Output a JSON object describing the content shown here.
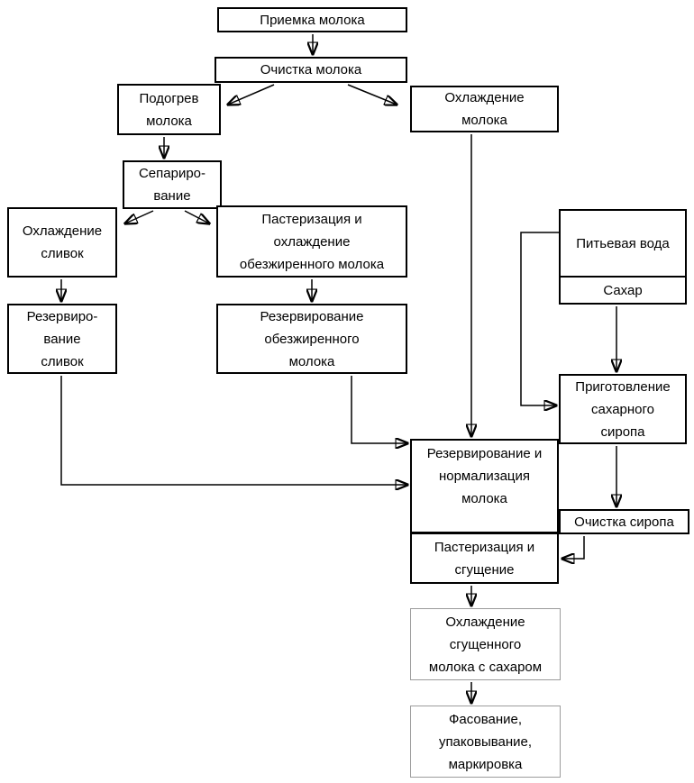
{
  "diagram": {
    "language": "ru",
    "colors": {
      "box_border": "#000000",
      "light_box_border": "#9c9c9c",
      "background": "#ffffff",
      "arrow": "#000000"
    },
    "nodes": {
      "milk_reception": {
        "label": "Приемка молока"
      },
      "milk_purification": {
        "label": "Очистка молока"
      },
      "milk_heating": {
        "label": "Подогрев\nмолока"
      },
      "milk_cooling": {
        "label": "Охлаждение\nмолока"
      },
      "separation": {
        "label": "Сепариро-\nвание"
      },
      "cream_cooling": {
        "label": "Охлаждение\nсливок"
      },
      "skim_pasteurization": {
        "label": "Пастеризация и\nохлаждение\nобезжиренного молока"
      },
      "drinking_water": {
        "label": "Питьевая вода"
      },
      "sugar": {
        "label": "Сахар"
      },
      "cream_reservation": {
        "label": "Резервиро-\nвание\nсливок"
      },
      "skim_reservation": {
        "label": "Резервирование\nобезжиренного\nмолока"
      },
      "syrup_preparation": {
        "label": "Приготовление\nсахарного\nсиропа"
      },
      "milk_normalization": {
        "label": "Резервирование и\nнормализация\nмолока"
      },
      "syrup_purification": {
        "label": "Очистка сиропа"
      },
      "pasteurization_condensing": {
        "label": "Пастеризация и\nсгущение"
      },
      "condensed_cooling": {
        "label": "Охлаждение\nсгущенного\nмолока с сахаром"
      },
      "packing": {
        "label": "Фасование,\nупаковывание,\nмаркировка"
      }
    },
    "edges": [
      {
        "from": "milk_reception",
        "to": "milk_purification"
      },
      {
        "from": "milk_purification",
        "to": "milk_heating"
      },
      {
        "from": "milk_purification",
        "to": "milk_cooling"
      },
      {
        "from": "milk_heating",
        "to": "separation"
      },
      {
        "from": "separation",
        "to": "cream_cooling"
      },
      {
        "from": "separation",
        "to": "skim_pasteurization"
      },
      {
        "from": "cream_cooling",
        "to": "cream_reservation"
      },
      {
        "from": "skim_pasteurization",
        "to": "skim_reservation"
      },
      {
        "from": "milk_cooling",
        "to": "milk_normalization"
      },
      {
        "from": "drinking_water",
        "to": "syrup_preparation"
      },
      {
        "from": "sugar",
        "to": "syrup_preparation"
      },
      {
        "from": "skim_reservation",
        "to": "milk_normalization"
      },
      {
        "from": "cream_reservation",
        "to": "milk_normalization"
      },
      {
        "from": "syrup_preparation",
        "to": "syrup_purification"
      },
      {
        "from": "syrup_purification",
        "to": "pasteurization_condensing"
      },
      {
        "from": "milk_normalization",
        "to": "pasteurization_condensing"
      },
      {
        "from": "pasteurization_condensing",
        "to": "condensed_cooling"
      },
      {
        "from": "condensed_cooling",
        "to": "packing"
      }
    ]
  }
}
